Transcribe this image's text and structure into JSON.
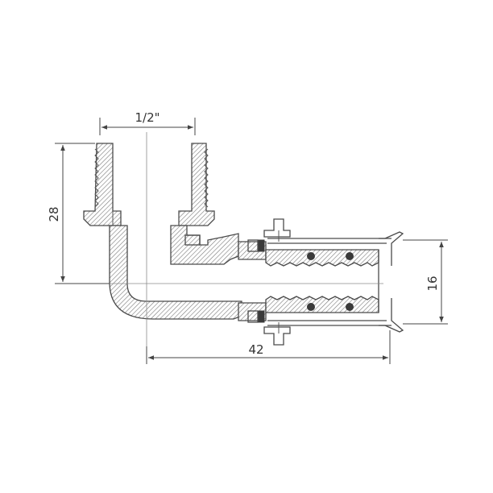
{
  "dimensions": {
    "thread_size": "1/2\"",
    "height": "28",
    "length": "42",
    "pipe_diameter": "16"
  },
  "colors": {
    "line": "#4a4a4a",
    "hatch": "#7a7a7a",
    "text": "#333333",
    "background": "#ffffff"
  }
}
